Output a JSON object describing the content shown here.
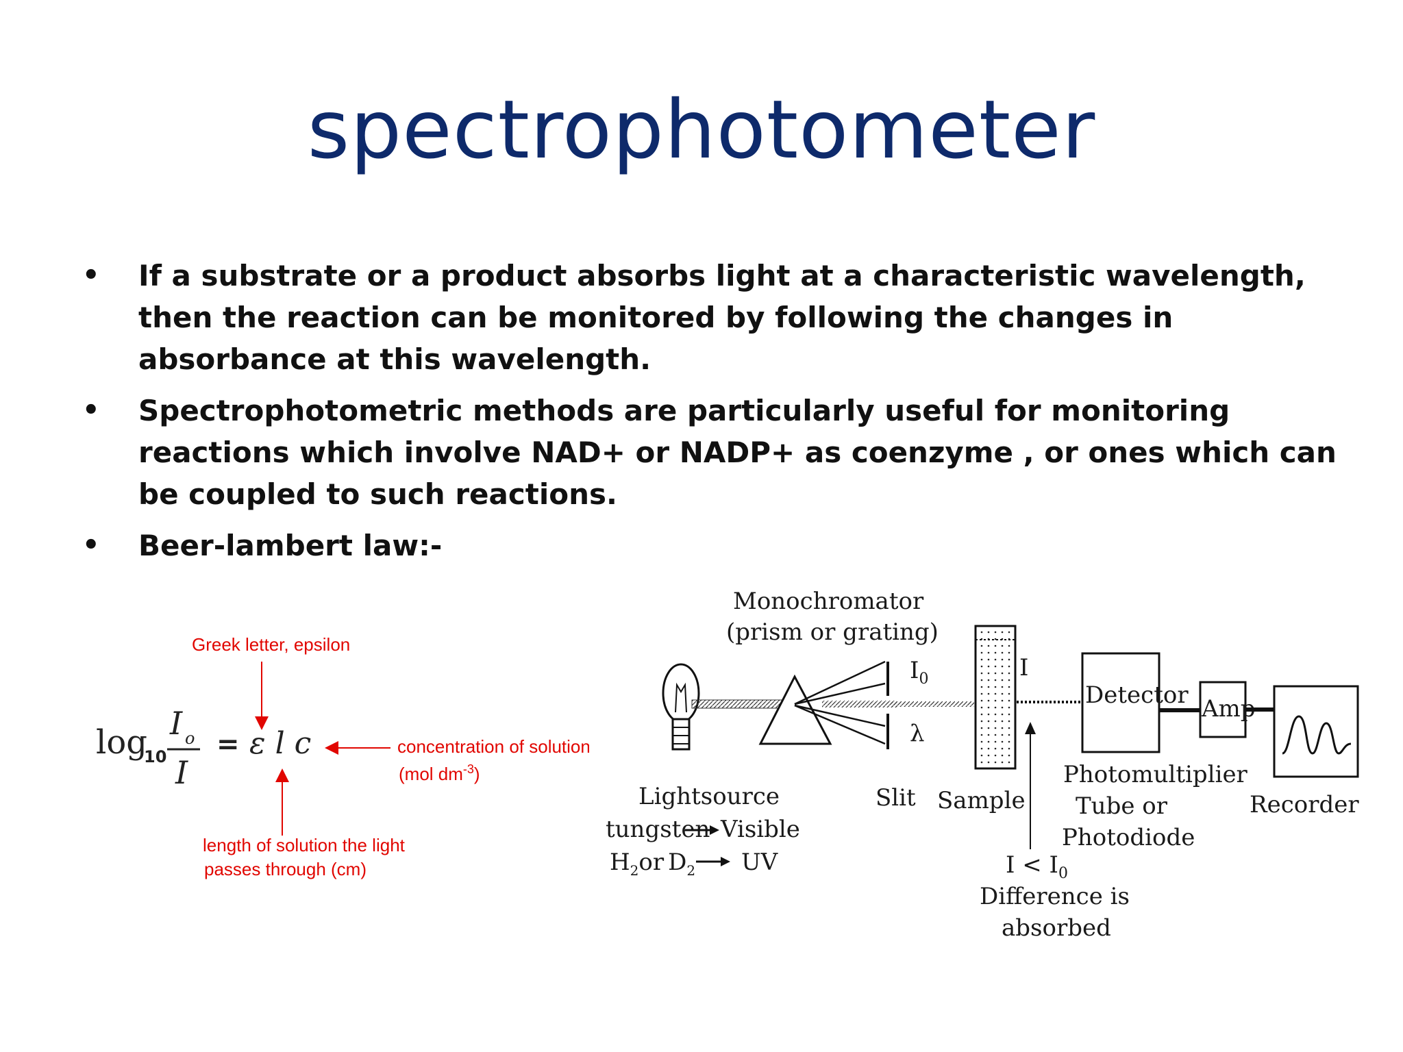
{
  "slide": {
    "title": "spectrophotometer",
    "bullets": [
      "If a substrate or a product absorbs light at a characteristic wavelength, then the reaction  can be monitored by following  the  changes  in  absorbance  at this wavelength.",
      "Spectrophotometric methods are particularly useful for  monitoring reactions which involve NAD+ or NADP+ as coenzyme , or ones which can be coupled to such reactions.",
      "Beer-lambert law:-"
    ],
    "bullet_char": "•"
  },
  "formula": {
    "log": "log",
    "log_base": "10",
    "numerator": "I",
    "numerator_sub": "o",
    "denominator": "I",
    "equals": "=",
    "rhs": "ε l c",
    "annotation_epsilon": "Greek letter, epsilon",
    "annotation_concentration": "concentration of solution",
    "annotation_units_prefix": "(mol dm",
    "annotation_units_exp": "-3",
    "annotation_units_suffix": ")",
    "annotation_length_line1": "length of solution the light",
    "annotation_length_line2": "passes through (cm)",
    "annotation_color": "#e10600"
  },
  "schematic": {
    "monochromator_line1": "Monochromator",
    "monochromator_line2": "(prism or grating)",
    "io_label": "I",
    "io_sub": "0",
    "lambda": "λ",
    "i_label": "I",
    "detector": "Detector",
    "amp": "Amp",
    "lightsource": "Lightsource",
    "tungsten": "tungsten",
    "visible": "Visible",
    "h2": "H",
    "h2_sub": "2",
    "or": "or",
    "d2": "D",
    "d2_sub": "2",
    "uv": "UV",
    "slit": "Slit",
    "sample": "Sample",
    "pmt_line1": "Photomultiplier",
    "pmt_line2": "Tube or",
    "pmt_line3": "Photodiode",
    "recorder": "Recorder",
    "diff_label_i": "I < I",
    "diff_label_sub": "0",
    "diff_line1": "Difference is",
    "diff_line2": "absorbed"
  }
}
